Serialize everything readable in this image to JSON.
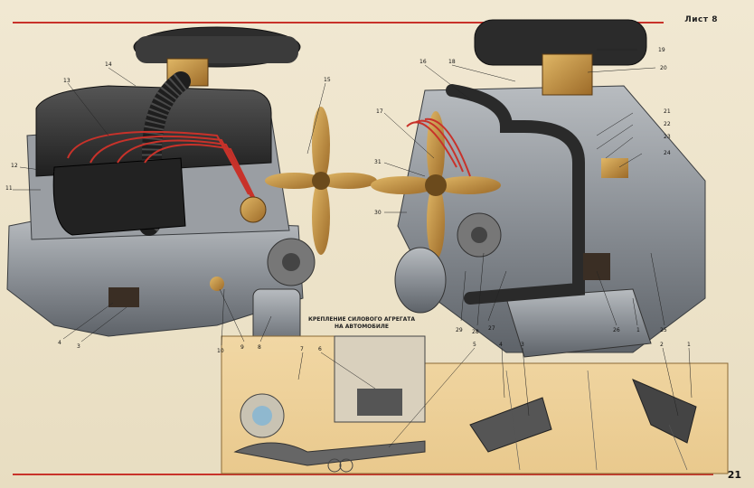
{
  "header": {
    "sheet_label": "Лист 8"
  },
  "footer": {
    "page_number": "21"
  },
  "inset": {
    "caption_line1": "КРЕПЛЕНИЕ СИЛОВОГО АГРЕГАТА",
    "caption_line2": "НА АВТОМОБИЛЕ"
  },
  "callouts_left": [
    "14",
    "13",
    "15",
    "12",
    "11",
    "4",
    "3",
    "10",
    "9",
    "8"
  ],
  "callouts_right": [
    "16",
    "18",
    "19",
    "20",
    "17",
    "21",
    "22",
    "23",
    "24",
    "31",
    "30",
    "29",
    "28",
    "27",
    "26",
    "1",
    "25"
  ],
  "callouts_bottom": [
    "7",
    "6",
    "5",
    "4",
    "3",
    "2",
    "1"
  ],
  "colors": {
    "accent_red": "#c8322a",
    "paper": "#efe6cf",
    "engine_grey": "#8d9196",
    "dark": "#2a2a2a",
    "bronze": "#b98a3a"
  }
}
